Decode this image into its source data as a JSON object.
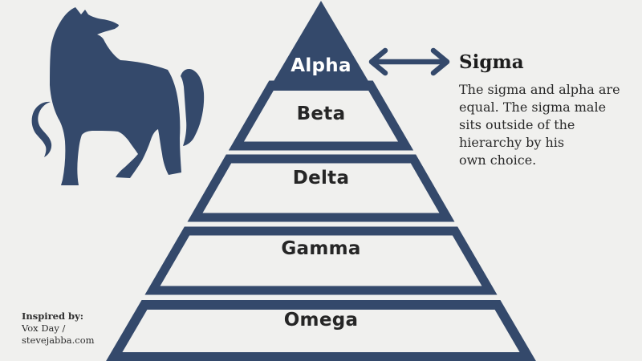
{
  "colors": {
    "navy": "#34496b",
    "background": "#f0f0ee",
    "text_dark": "#262626",
    "alpha_text": "#ffffff"
  },
  "icons": {
    "wolf": "wolf-silhouette",
    "arrow": "double-headed-arrow"
  },
  "pyramid": {
    "levels": [
      {
        "label": "Alpha"
      },
      {
        "label": "Beta"
      },
      {
        "label": "Delta"
      },
      {
        "label": "Gamma"
      },
      {
        "label": "Omega"
      }
    ]
  },
  "sigma": {
    "title": "Sigma",
    "lines": [
      "The sigma and alpha are",
      "equal. The sigma male",
      "sits outside of the",
      "hierarchy by his",
      "own choice."
    ]
  },
  "credits": {
    "title": "Inspired by:",
    "lines": [
      "Vox Day /",
      "stevejabba.com"
    ]
  }
}
